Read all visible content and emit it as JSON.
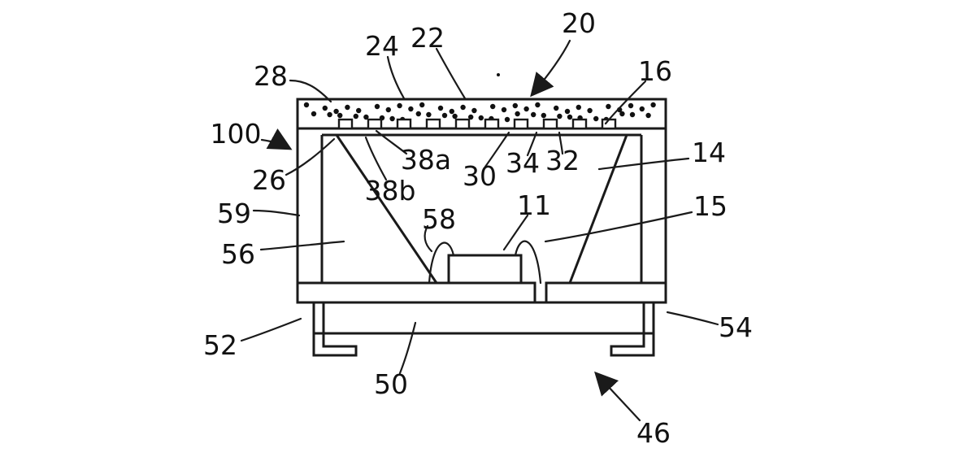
{
  "figure": {
    "kind": "patent-cross-section-diagram",
    "description": "Cross-section of a light-emitting device package with phosphor layer, reflector cavity, chip, bond wires, substrate and terminal feet",
    "background_color": "#ffffff",
    "line_color": "#1a1a1a"
  },
  "labels": {
    "l20": "20",
    "l24": "24",
    "l22": "22",
    "l16": "16",
    "l28": "28",
    "l100": "100",
    "l26": "26",
    "l38a": "38a",
    "l38b": "38b",
    "l30": "30",
    "l34": "34",
    "l32": "32",
    "l14": "14",
    "l59": "59",
    "l56": "56",
    "l58": "58",
    "l11": "11",
    "l15": "15",
    "l52": "52",
    "l50": "50",
    "l54": "54",
    "l46": "46"
  }
}
